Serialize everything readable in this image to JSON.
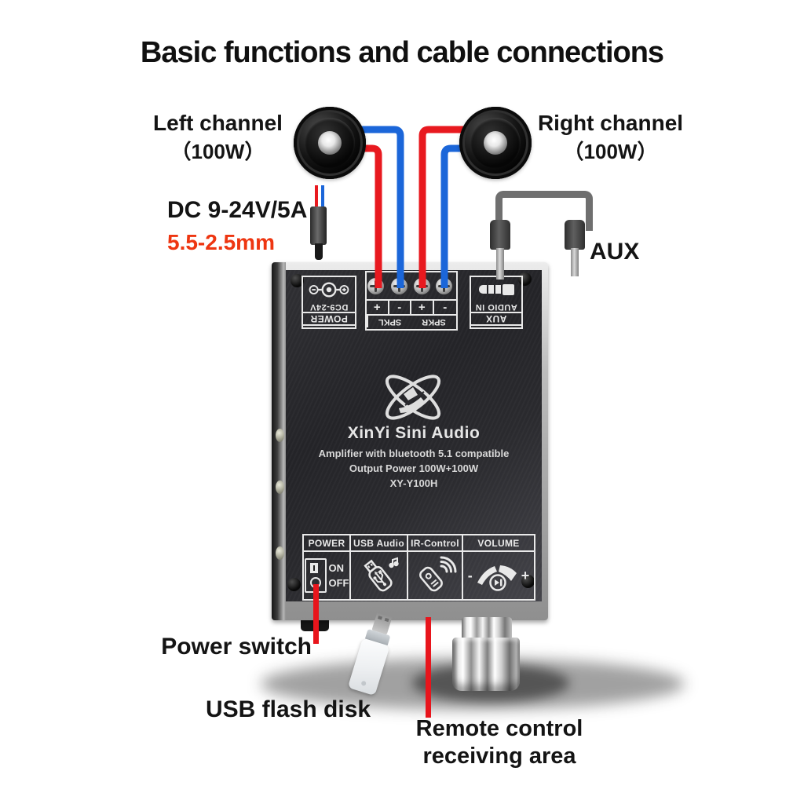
{
  "title": "Basic functions and cable connections",
  "colors": {
    "wire_red": "#e8191f",
    "wire_blue": "#1b66d9",
    "callout_red": "#e8151c",
    "accent_orange": "#ee3611",
    "silkscreen": "#e9e9e9"
  },
  "callouts": {
    "left_channel": {
      "name": "Left channel",
      "power": "（100W）"
    },
    "right_channel": {
      "name": "Right channel",
      "power": "（100W）"
    },
    "dc_input": {
      "spec": "DC 9-24V/5A",
      "plug_size": "5.5-2.5mm"
    },
    "aux": {
      "label": "AUX"
    },
    "power_switch": {
      "label": "Power switch"
    },
    "usb_flash": {
      "label": "USB flash disk"
    },
    "remote": {
      "line1": "Remote control",
      "line2": "receiving area"
    }
  },
  "board": {
    "power_jack": {
      "voltage": "DC9-24V",
      "label": "POWER"
    },
    "speaker_terminals": {
      "signs": [
        "+",
        "-",
        "+",
        "-"
      ],
      "left_label": "SPKL",
      "right_label": "SPKR"
    },
    "aux_jack": {
      "line1": "AUDIO IN",
      "line2": "AUX"
    },
    "brand": "XinYi Sini Audio",
    "feature": "Amplifier with bluetooth 5.1 compatible",
    "output": "Output Power 100W+100W",
    "model": "XY-Y100H",
    "panel": {
      "power": "POWER",
      "usb": "USB Audio",
      "ir": "IR-Control",
      "volume": "VOLUME",
      "on": "ON",
      "off": "OFF",
      "minus": "-",
      "plus": "+"
    }
  }
}
